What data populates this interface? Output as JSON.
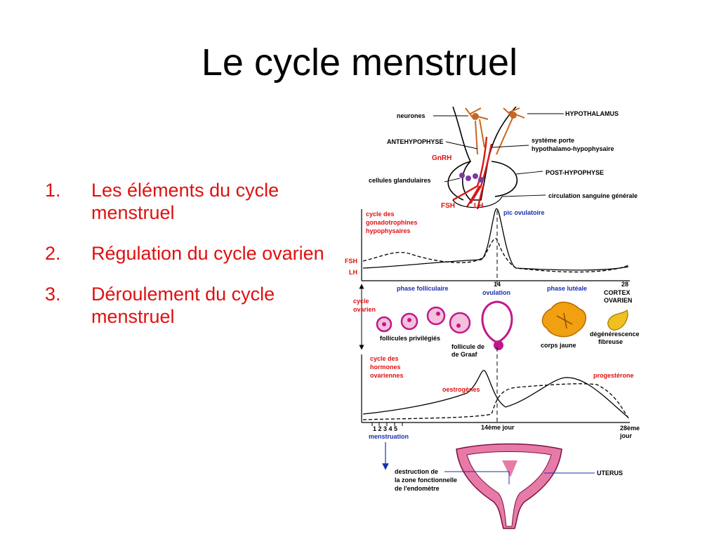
{
  "slide": {
    "title": "Le cycle menstruel"
  },
  "menu": {
    "items": [
      {
        "number": "1.",
        "label": "Les éléments du cycle menstruel"
      },
      {
        "number": "2.",
        "label": "Régulation du cycle ovarien"
      },
      {
        "number": "3.",
        "label": "Déroulement du cycle menstruel"
      }
    ]
  },
  "diagram": {
    "labels": {
      "neurones": "neurones",
      "hypothalamus": "HYPOTHALAMUS",
      "antehypophyse": "ANTEHYPOPHYSE",
      "gnrh": "GnRH",
      "systeme_porte": "système porte",
      "hypothalamo": "hypothalamo-hypophysaire",
      "post_hypophyse": "POST-HYPOPHYSE",
      "cellules": "cellules glandulaires",
      "circulation": "circulation sanguine générale",
      "fsh": "FSH",
      "lh": "LH",
      "cycle_gonado_1": "cycle des",
      "cycle_gonado_2": "gonadotrophines",
      "cycle_gonado_3": "hypophysaires",
      "pic": "pic ovulatoire",
      "fsh_axis": "FSH",
      "lh_axis": "LH",
      "day14_top": "14",
      "day28_top": "28",
      "phase_fol": "phase folliculaire",
      "ovulation": "ovulation",
      "phase_lut": "phase lutéale",
      "cortex_1": "CORTEX",
      "cortex_2": "OVARIEN",
      "cycle_ov_1": "cycle",
      "cycle_ov_2": "ovarien",
      "degeneration_1": "dégénérescence",
      "degeneration_2": "fibreuse",
      "follicules": "follicules privilégiés",
      "graaf_1": "follicule de",
      "graaf_2": "de Graaf",
      "corps_jaune": "corps jaune",
      "cycle_horm_1": "cycle des",
      "cycle_horm_2": "hormones",
      "cycle_horm_3": "ovariennes",
      "progesterone": "progestérone",
      "oestrogenes": "oestrogènes",
      "days": "1  2  3  4  5",
      "jour14": "14ème jour",
      "jour28_1": "28ème",
      "jour28_2": "jour",
      "menstruation": "menstruation",
      "uterus": "UTERUS",
      "destruction_1": "destruction de",
      "destruction_2": "la zone fonctionnelle",
      "destruction_3": "de l'endomètre"
    },
    "colors": {
      "text_dark": "#000000",
      "accent_red": "#e01010",
      "blue": "#1a2fb0",
      "vessel_red": "#d81818",
      "neuron_orange": "#c9661f",
      "follicle_magenta": "#c0188a",
      "corps_jaune": "#f0a010",
      "uterus_pink": "#e87aa8"
    }
  }
}
